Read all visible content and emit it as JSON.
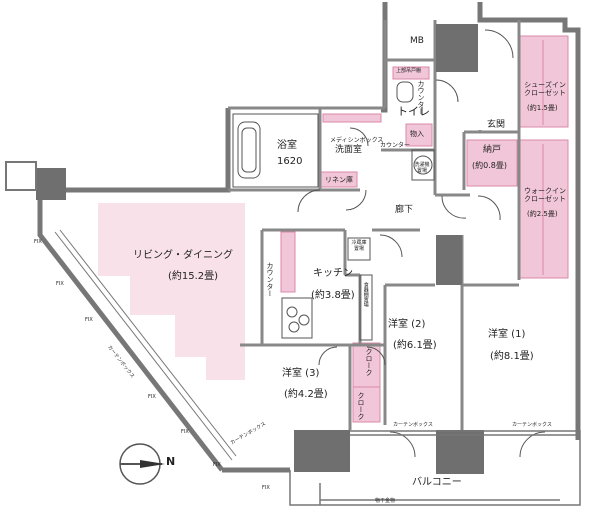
{
  "colors": {
    "wall": "#777777",
    "column": "#6f6f6f",
    "pink_fill": "#f1c6d8",
    "light_pink_fill": "#f8e1e9",
    "pink_stroke": "#d98aa9",
    "line": "#555555"
  },
  "rooms": {
    "mb": "MB",
    "toilet": "トイレ",
    "counter_toilet": "カウンター",
    "hanging_cabinet": "上部吊戸棚",
    "genkan": "玄関",
    "shoes_in_closet": "シューズイン\nクローゼット",
    "shoes_in_closet_size": "(約1.5畳)",
    "bath": "浴室",
    "bath_size": "1620",
    "medicine_box": "メディシンボックス",
    "counter_washroom": "カウンター",
    "washroom": "洗面室",
    "storage_in": "物入",
    "washer": "洗濯機\n置場",
    "nando": "納戸",
    "nando_size": "(約0.8畳)",
    "linen": "リネン庫",
    "walk_in_closet": "ウォークイン\nクローゼット",
    "walk_in_closet_size": "(約2.5畳)",
    "corridor": "廊下",
    "living": "リビング・ダイニング",
    "living_size": "(約15.2畳)",
    "fridge": "冷蔵庫\n置場",
    "kitchen": "キッチン",
    "kitchen_size": "(約3.8畳)",
    "counter_kitchen": "カウンター",
    "cupboard": "食器棚置場",
    "western2": "洋室 (2)",
    "western2_size": "(約6.1畳)",
    "western1": "洋室 (1)",
    "western1_size": "(約8.1畳)",
    "western3": "洋室 (3)",
    "western3_size": "(約4.2畳)",
    "cloak1": "クローク",
    "cloak2": "クローク",
    "curtain_box_1": "カーテンボックス",
    "curtain_box_2": "カーテンボックス",
    "curtain_box_3": "カーテンボックス",
    "curtain_box_4": "カーテンボックス",
    "balcony": "バルコニー",
    "gutter": "物干金物",
    "fix": "FIX",
    "compass": "N"
  }
}
